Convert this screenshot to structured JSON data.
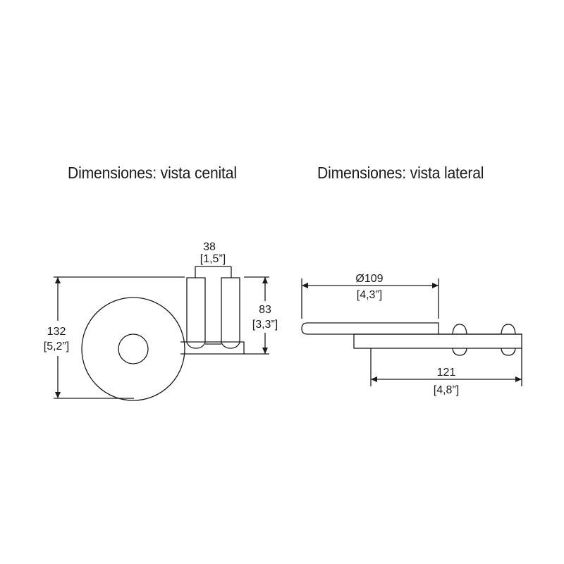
{
  "titles": {
    "top_view": "Dimensiones: vista cenital",
    "side_view": "Dimensiones: vista lateral"
  },
  "top_view": {
    "bracket_width": {
      "mm": "38",
      "in": "[1,5”]"
    },
    "total_height": {
      "mm": "132",
      "in": "[5,2”]"
    },
    "bracket_depth": {
      "mm": "83",
      "in": "[3,3”]"
    }
  },
  "side_view": {
    "diameter": {
      "mm": "Ø109",
      "in": "[4,3”]"
    },
    "total_depth": {
      "mm": "121",
      "in": "[4,8”]"
    }
  },
  "colors": {
    "line": "#1a1a1a",
    "background": "#ffffff"
  }
}
